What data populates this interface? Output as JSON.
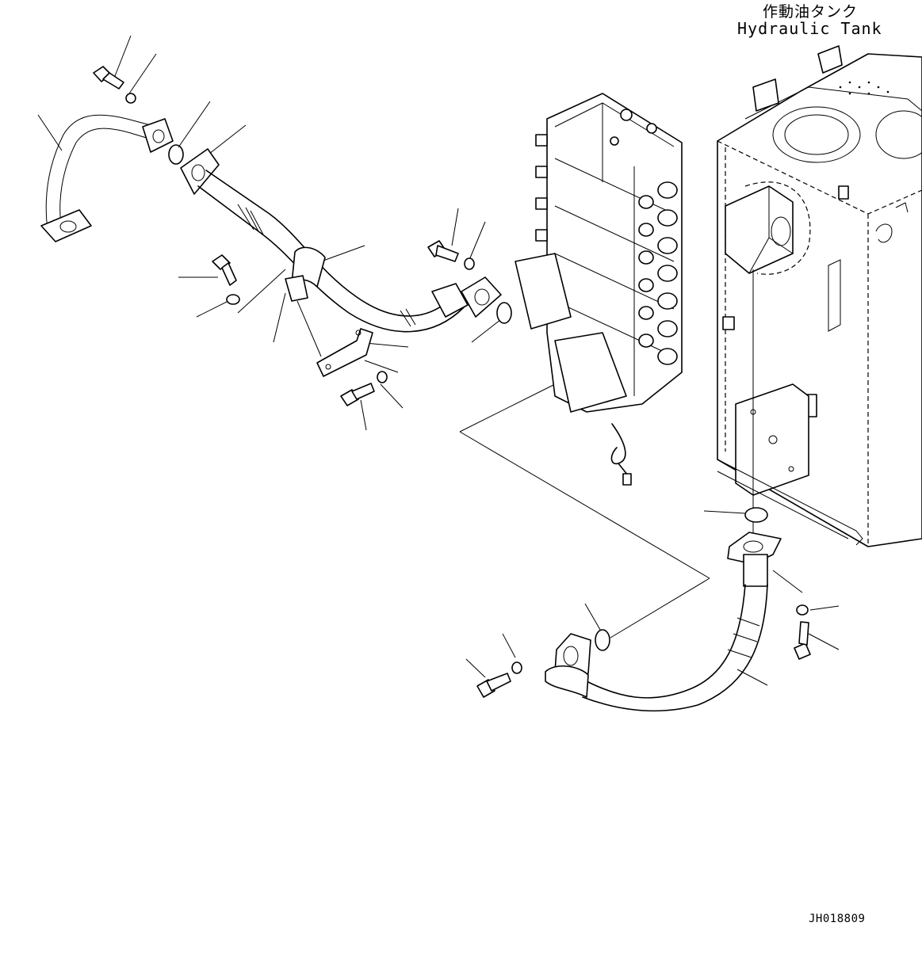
{
  "diagram": {
    "tank_label_jp": "作動油タンク",
    "tank_label_en": "Hydraulic Tank",
    "drawing_code": "JH018809"
  }
}
